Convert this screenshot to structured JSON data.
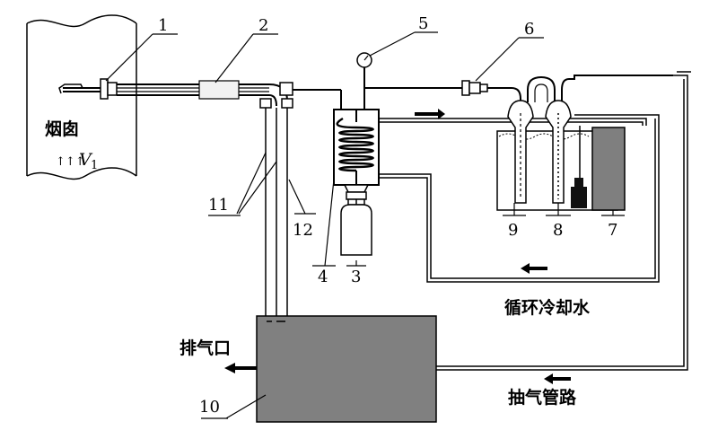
{
  "labels": {
    "n1": "1",
    "n2": "2",
    "n3": "3",
    "n4": "4",
    "n5": "5",
    "n6": "6",
    "n7": "7",
    "n8": "8",
    "n9": "9",
    "n10": "10",
    "n11": "11",
    "n12": "12"
  },
  "text": {
    "chimney": "烟囱",
    "flow_arrows": "↑↑↑",
    "velocity": "V",
    "velocity_sub": "1",
    "exhaust": "排气口",
    "cooling_water": "循环冷却水",
    "suction_line": "抽气管路"
  }
}
